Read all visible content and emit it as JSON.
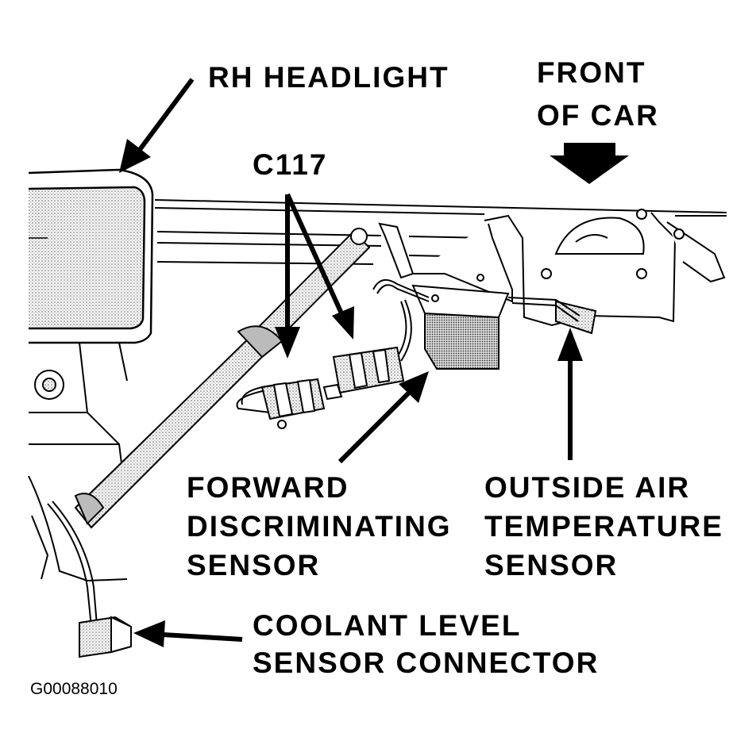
{
  "labels": {
    "rh_headlight": "RH HEADLIGHT",
    "front_of_car_line1": "FRONT",
    "front_of_car_line2": "OF CAR",
    "c117": "C117",
    "forward_sensor_line1": "FORWARD",
    "forward_sensor_line2": "DISCRIMINATING",
    "forward_sensor_line3": "SENSOR",
    "outside_air_line1": "OUTSIDE AIR",
    "outside_air_line2": "TEMPERATURE",
    "outside_air_line3": "SENSOR",
    "coolant_line1": "COOLANT LEVEL",
    "coolant_line2": "SENSOR CONNECTOR"
  },
  "figure_code": "G00088010"
}
